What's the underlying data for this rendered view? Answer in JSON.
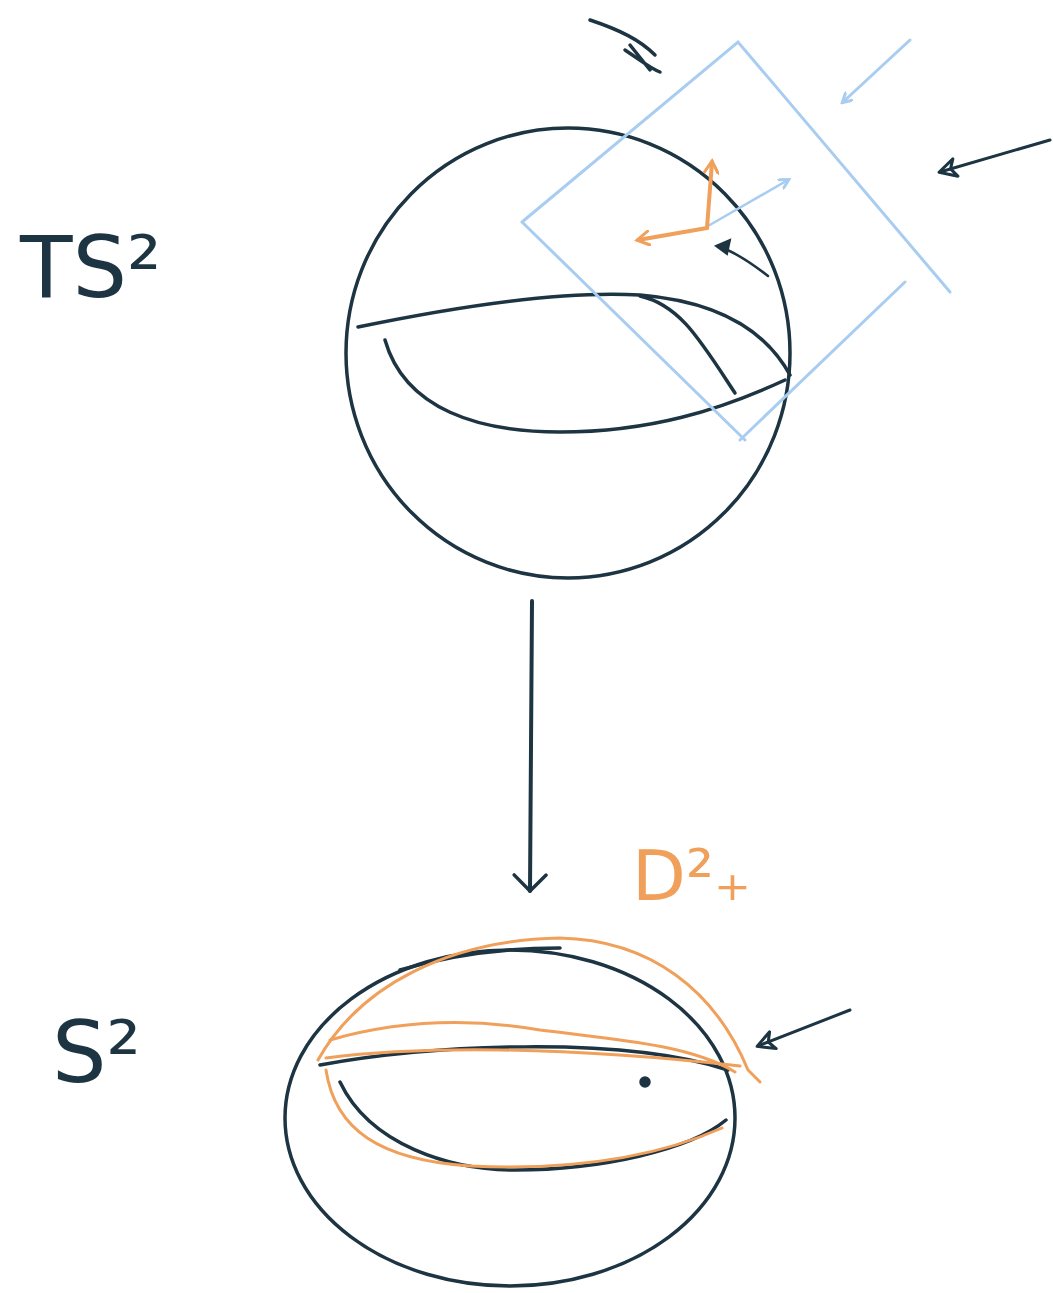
{
  "diagram": {
    "nodes": [
      {
        "text": [
          "TS²"
        ]
      },
      {
        "text": [
          "S²"
        ]
      }
    ],
    "edges": [
      {
        "from": 0,
        "to": 1,
        "arrow": "to"
      }
    ],
    "labels": [
      "D²₊"
    ]
  }
}
